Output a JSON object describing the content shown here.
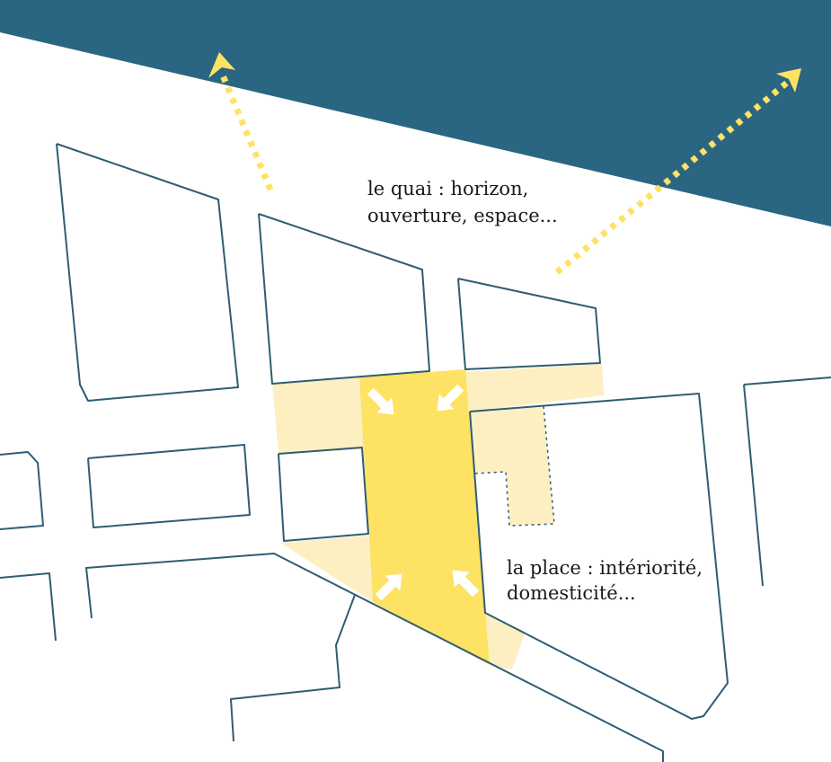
{
  "labels": {
    "quay_line1": "le quai : horizon,",
    "quay_line2": "ouverture, espace...",
    "square_line1": "la place : intériorité,",
    "square_line2": "domesticité..."
  },
  "colors": {
    "water": "#2a6682",
    "outline": "#2f5d73",
    "square_yellow": "#fde264",
    "square_light": "#fdefc2",
    "sightline_yellow": "#fde264",
    "arrow_white": "#ffffff"
  },
  "icons": {
    "sightline_arrow": "dotted-arrow-icon",
    "converging_arrow": "arrow-icon"
  }
}
